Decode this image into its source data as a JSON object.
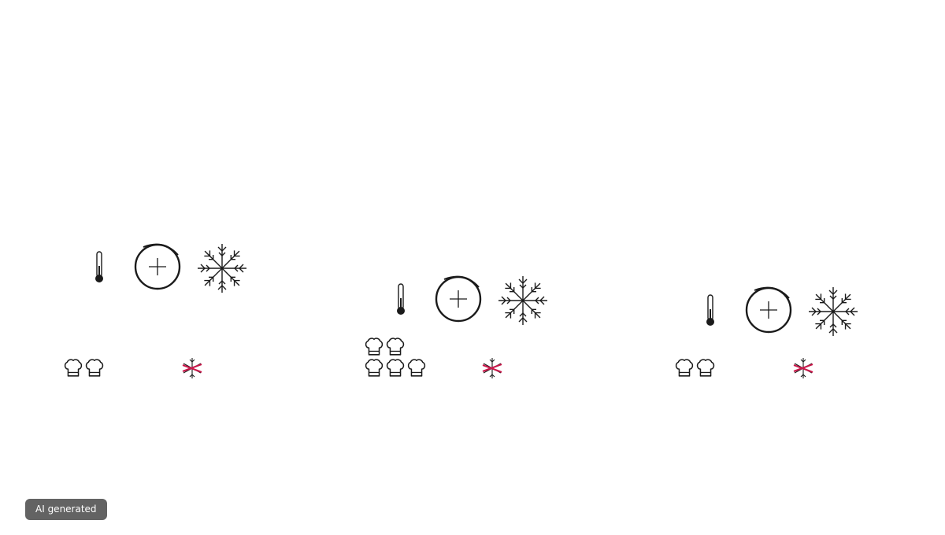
{
  "badge": {
    "label": "AI generated"
  },
  "colors": {
    "line": "#1a1a1a",
    "accent": "#c8184a",
    "badge_background": "#636363",
    "badge_text": "#ffffff"
  },
  "icons": {
    "thermometer": "thermometer-icon",
    "add_button": "plus-circle-icon",
    "cool_mode": "snowflake-icon",
    "chef_rating": "chef-hat-icon",
    "no_freeze": "crossed-snowflake-icon"
  },
  "panels": [
    {
      "id": "panel-1",
      "chef_hats": 2,
      "chef_rows": [
        2
      ]
    },
    {
      "id": "panel-2",
      "chef_hats": 5,
      "chef_rows": [
        2,
        3
      ]
    },
    {
      "id": "panel-3",
      "chef_hats": 2,
      "chef_rows": [
        2
      ]
    }
  ]
}
